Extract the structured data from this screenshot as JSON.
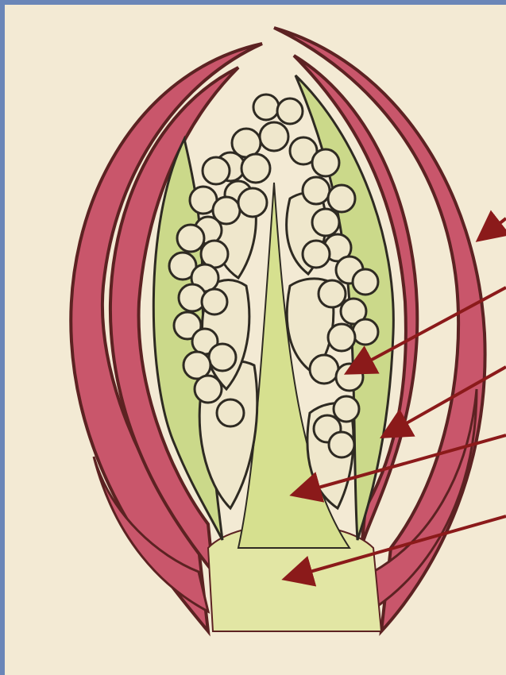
{
  "figure": {
    "caption_fragment": "",
    "colors": {
      "background_frame": "#6a86b8",
      "paper": "#f3ead4",
      "scale_leaf": "#c9566b",
      "scale_leaf_outline": "#6b2a2a",
      "inner_leaf": "#cbd98a",
      "stem_cone": "#e2e6a4",
      "leaf_primordia": "#efe7cc",
      "outline": "#2e2a22",
      "arrow": "#8b1a1a"
    },
    "pointer_arrows": [
      {
        "target": "scale-leaf"
      },
      {
        "target": "bud-primordium"
      },
      {
        "target": "inner-leaf"
      },
      {
        "target": "growth-cone"
      },
      {
        "target": "stem-base"
      }
    ]
  }
}
